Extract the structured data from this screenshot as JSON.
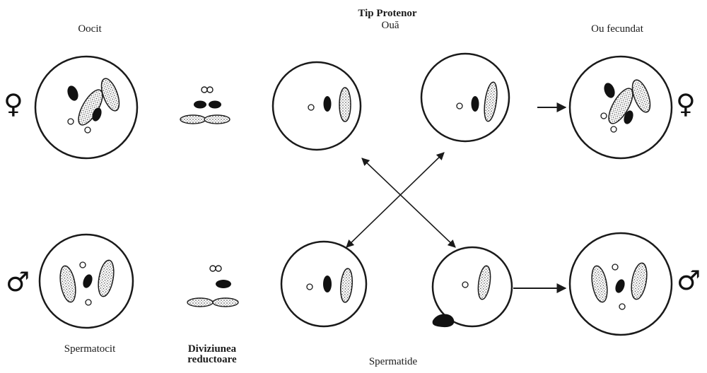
{
  "labels": {
    "oocyte": "Oocit",
    "type_title": "Tip Protenor",
    "eggs": "Ouă",
    "fertilized_egg": "Ou fecundat",
    "spermatocyte": "Spermatocit",
    "reduction_division_line1": "Diviziunea",
    "reduction_division_line2": "reductoare",
    "spermatids": "Spermatide"
  },
  "symbols": {
    "female": "♀",
    "male": "♂"
  },
  "colors": {
    "ink": "#1a1a1a",
    "stipple_fill": "#cfcfcf",
    "background": "#ffffff"
  }
}
